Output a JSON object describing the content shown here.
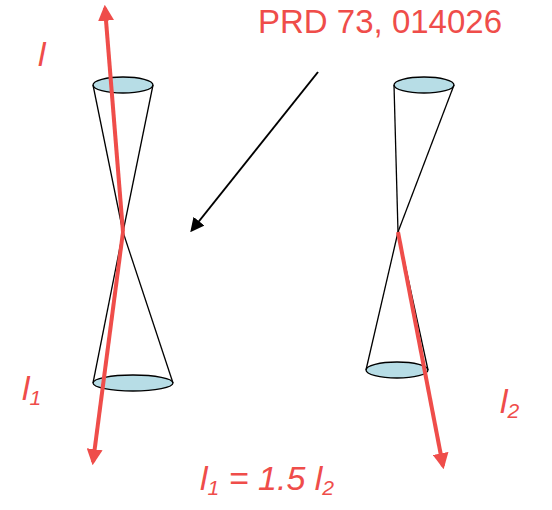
{
  "diagram": {
    "labels": [
      "PRD 73, 014026",
      "l",
      "l1",
      "l2",
      "l1 = 1.5 l2"
    ]
  }
}
